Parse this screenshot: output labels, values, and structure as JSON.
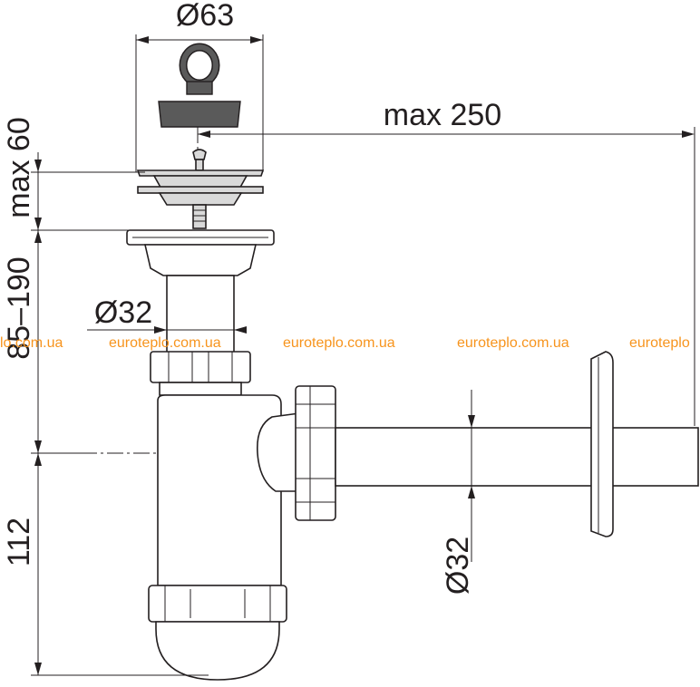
{
  "dimensions": {
    "plug_diameter": "Ø63",
    "max_length": "max 250",
    "max_height": "max 60",
    "range_height": "85–190",
    "tail_diameter": "Ø32",
    "bottom_height": "112",
    "outlet_diameter": "Ø32"
  },
  "watermark": {
    "text": "euroteplo.com.ua",
    "partial_left": "lo.com.ua",
    "partial_right": "euroteplo",
    "color": "#f7941d"
  },
  "colors": {
    "line": "#231f20",
    "fill_light": "#d9d9d9",
    "fill_dark": "#5a5a5a"
  }
}
